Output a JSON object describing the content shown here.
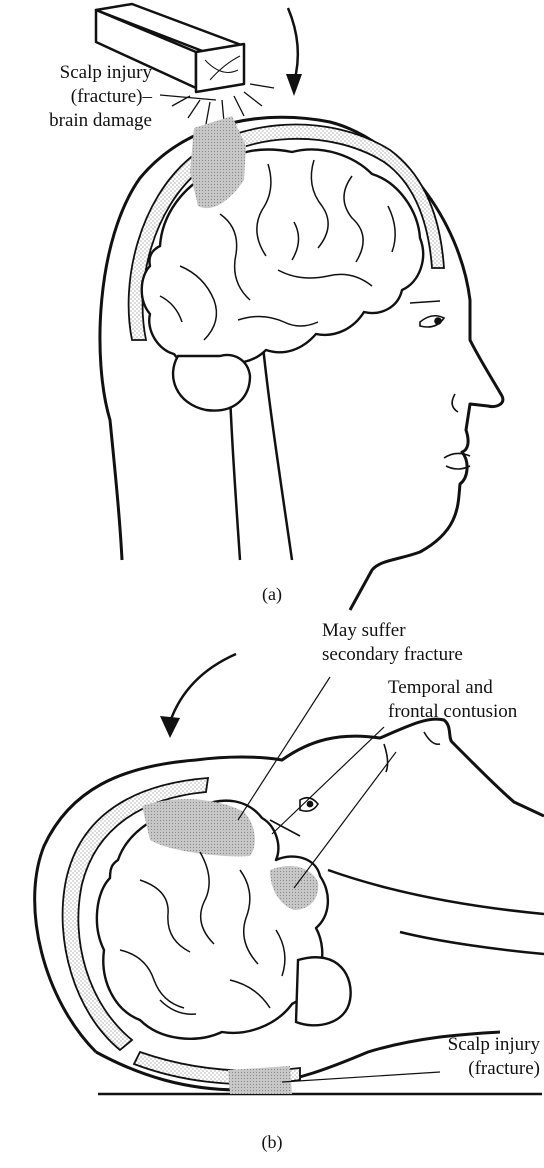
{
  "panel_a": {
    "labels": {
      "scalp": [
        "Scalp injury",
        "(fracture)–",
        "brain damage"
      ]
    },
    "caption": "(a)"
  },
  "panel_b": {
    "labels": {
      "secondary": [
        "May suffer",
        "secondary fracture"
      ],
      "contusion": [
        "Temporal and",
        "frontal contusion"
      ],
      "scalp": [
        "Scalp injury",
        "(fracture)"
      ]
    },
    "caption": "(b)"
  },
  "colors": {
    "ink": "#111111",
    "injury_shade": "#bdbdbd",
    "background": "#ffffff"
  }
}
